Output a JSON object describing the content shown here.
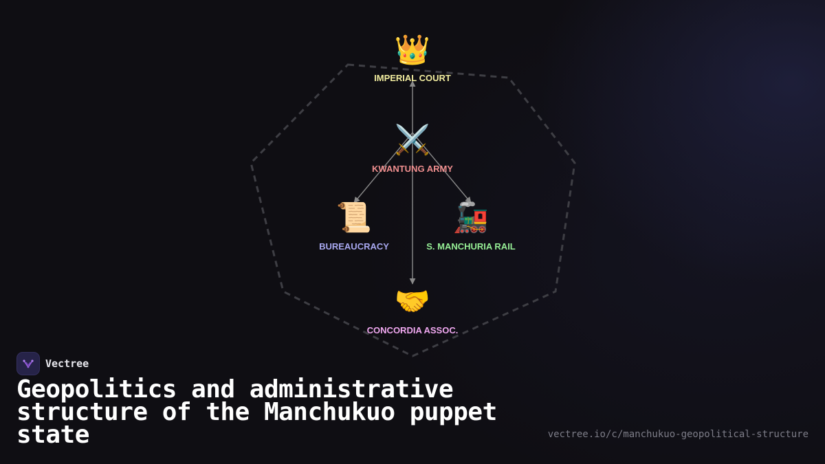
{
  "brand": {
    "name": "Vectree",
    "logo_icon": "vectree-logo-icon"
  },
  "title": "Geopolitics and administrative structure of the Manchukuo puppet state",
  "url": "vectree.io/c/manchukuo-geopolitical-structure",
  "diagram": {
    "nodes": [
      {
        "id": "imperial-court",
        "label": "IMPERIAL COURT",
        "emoji": "👑",
        "icon": "crown-icon",
        "color": "#f3eea0"
      },
      {
        "id": "kwantung-army",
        "label": "KWANTUNG ARMY",
        "emoji": "⚔️",
        "icon": "crossed-swords-icon",
        "color": "#f08f8f"
      },
      {
        "id": "bureaucracy",
        "label": "BUREAUCRACY",
        "emoji": "📜",
        "icon": "scroll-icon",
        "color": "#a8a8f0"
      },
      {
        "id": "manchuria-rail",
        "label": "S. MANCHURIA RAIL",
        "emoji": "🚂",
        "icon": "locomotive-icon",
        "color": "#96ef96"
      },
      {
        "id": "concordia",
        "label": "CONCORDIA ASSOC.",
        "emoji": "🤝",
        "icon": "handshake-icon",
        "color": "#f0a8f0"
      }
    ],
    "edges": [
      {
        "from": "kwantung-army",
        "to": "imperial-court"
      },
      {
        "from": "kwantung-army",
        "to": "bureaucracy"
      },
      {
        "from": "kwantung-army",
        "to": "manchuria-rail"
      },
      {
        "from": "kwantung-army",
        "to": "concordia"
      }
    ],
    "colors": {
      "edge": "#8a8a8a",
      "boundary": "#3e3e44"
    }
  }
}
